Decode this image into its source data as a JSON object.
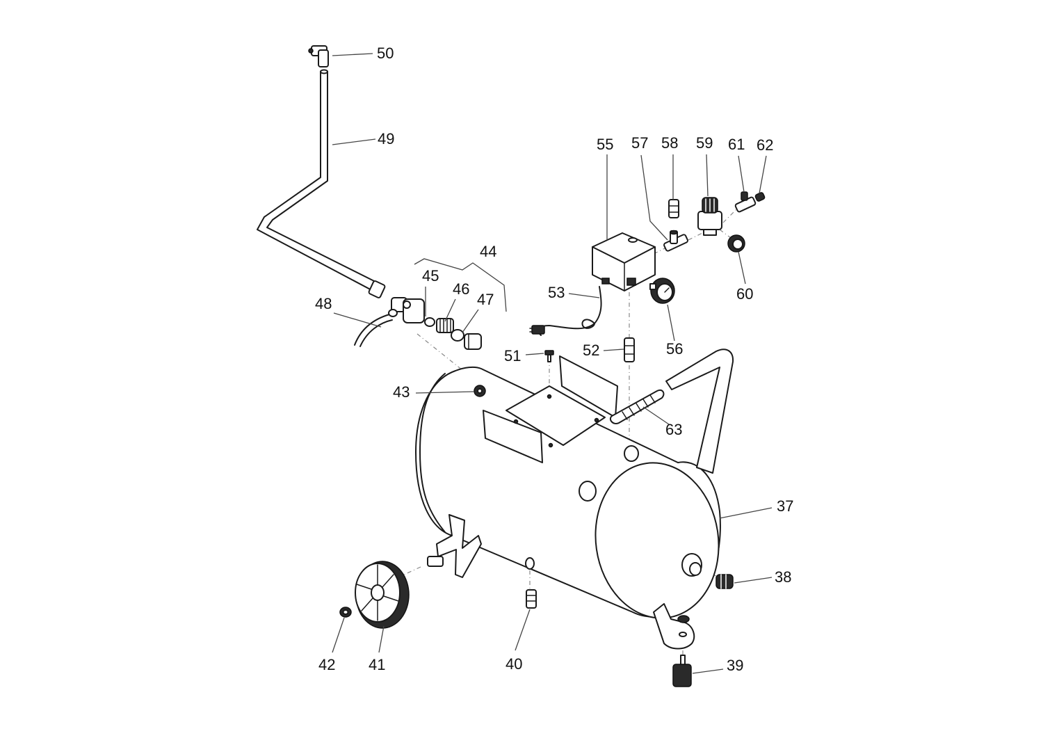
{
  "callouts": [
    {
      "id": "c37",
      "number": "37"
    },
    {
      "id": "c38",
      "number": "38"
    },
    {
      "id": "c39",
      "number": "39"
    },
    {
      "id": "c40",
      "number": "40"
    },
    {
      "id": "c41",
      "number": "41"
    },
    {
      "id": "c42",
      "number": "42"
    },
    {
      "id": "c43",
      "number": "43"
    },
    {
      "id": "c44",
      "number": "44"
    },
    {
      "id": "c45",
      "number": "45"
    },
    {
      "id": "c46",
      "number": "46"
    },
    {
      "id": "c47",
      "number": "47"
    },
    {
      "id": "c48",
      "number": "48"
    },
    {
      "id": "c49",
      "number": "49"
    },
    {
      "id": "c50",
      "number": "50"
    },
    {
      "id": "c51",
      "number": "51"
    },
    {
      "id": "c52",
      "number": "52"
    },
    {
      "id": "c53",
      "number": "53"
    },
    {
      "id": "c55",
      "number": "55"
    },
    {
      "id": "c56",
      "number": "56"
    },
    {
      "id": "c57",
      "number": "57"
    },
    {
      "id": "c58",
      "number": "58"
    },
    {
      "id": "c59",
      "number": "59"
    },
    {
      "id": "c60",
      "number": "60"
    },
    {
      "id": "c61",
      "number": "61"
    },
    {
      "id": "c62",
      "number": "62"
    },
    {
      "id": "c63",
      "number": "63"
    }
  ],
  "colors": {
    "line": "#1a1a1a",
    "background": "#ffffff"
  }
}
